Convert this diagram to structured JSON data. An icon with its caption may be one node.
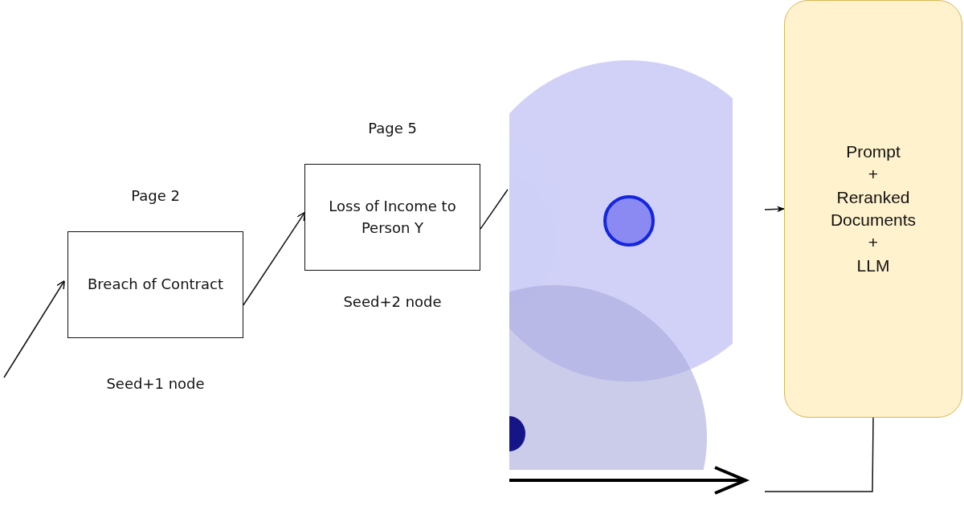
{
  "diagram": {
    "nodes": [
      {
        "text": [
          "Breach of Contract"
        ],
        "beside": [
          "Page 2",
          "Seed+1 node"
        ]
      },
      {
        "text": [
          "Loss of Income to Person Y"
        ],
        "beside": [
          "Page 5",
          "Seed+2 node"
        ]
      },
      {
        "text": [
          "Prompt + Reranked Documents + LLM"
        ]
      }
    ],
    "edges": [
      {
        "from": null,
        "to": 0,
        "arrow": "to"
      },
      {
        "from": 0,
        "to": 1,
        "arrow": "to"
      },
      {
        "from": 1,
        "to": null,
        "arrow": "none"
      },
      {
        "from": null,
        "to": 2,
        "arrow": "to"
      },
      {
        "from": 2,
        "to": null,
        "arrow": "none"
      }
    ]
  }
}
